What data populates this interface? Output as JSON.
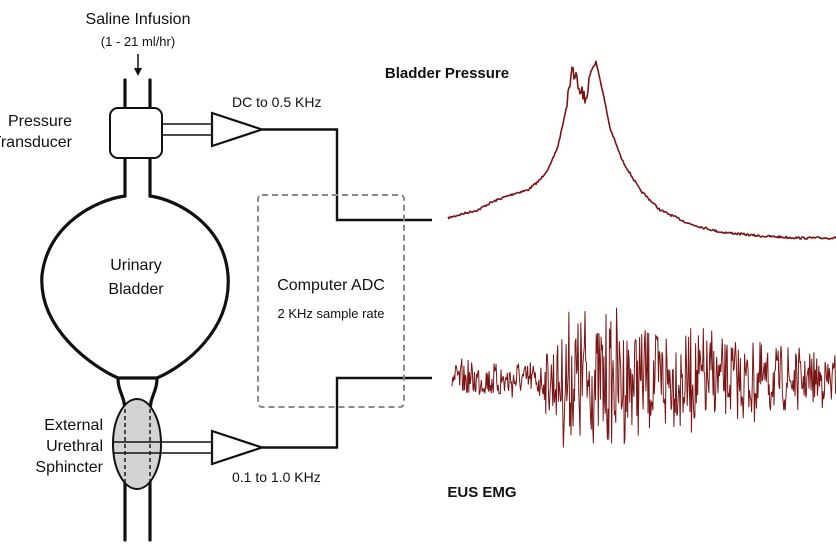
{
  "infusion": {
    "title": "Saline Infusion",
    "rate": "(1 - 21 ml/hr)"
  },
  "transducer": {
    "line1": "Pressure",
    "line2": "Transducer"
  },
  "bladder": {
    "line1": "Urinary",
    "line2": "Bladder"
  },
  "sphincter": {
    "line1": "External",
    "line2": "Urethral",
    "line3": "Sphincter"
  },
  "pressure_amp": {
    "filter": "DC to 0.5 KHz"
  },
  "emg_amp": {
    "filter": "0.1 to 1.0 KHz"
  },
  "adc": {
    "title": "Computer ADC",
    "rate": "2 KHz sample rate"
  },
  "traces": {
    "pressure_label": "Bladder Pressure",
    "emg_label": "EUS EMG",
    "color": "#7a1515"
  }
}
